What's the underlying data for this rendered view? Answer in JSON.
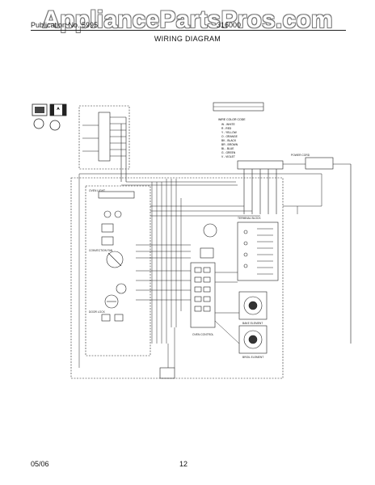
{
  "watermark": "AppliancePartsPros.com",
  "header": {
    "left_text": "Publication No. 5995",
    "right_text": "316000"
  },
  "title": "WIRING DIAGRAM",
  "wire_color_code": {
    "title": "WIRE COLOR CODE",
    "entries": [
      "W - WHITE",
      "R - RED",
      "Y - YELLOW",
      "O - ORANGE",
      "BK - BLACK",
      "BR - BROWN",
      "BL - BLUE",
      "G - GREEN",
      "V - VIOLET"
    ]
  },
  "labels": {
    "power_cord": "POWER CORD",
    "oven_light": "OVEN LIGHT",
    "convection_fan": "CONVECTION FAN",
    "oven_control": "OVEN CONTROL",
    "door_lock": "DOOR LOCK",
    "bake_element": "BAKE ELEMENT",
    "broil_element": "BROIL ELEMENT",
    "terminal_block": "TERMINAL BLOCK"
  },
  "footer": {
    "date": "05/06",
    "page": "12"
  }
}
